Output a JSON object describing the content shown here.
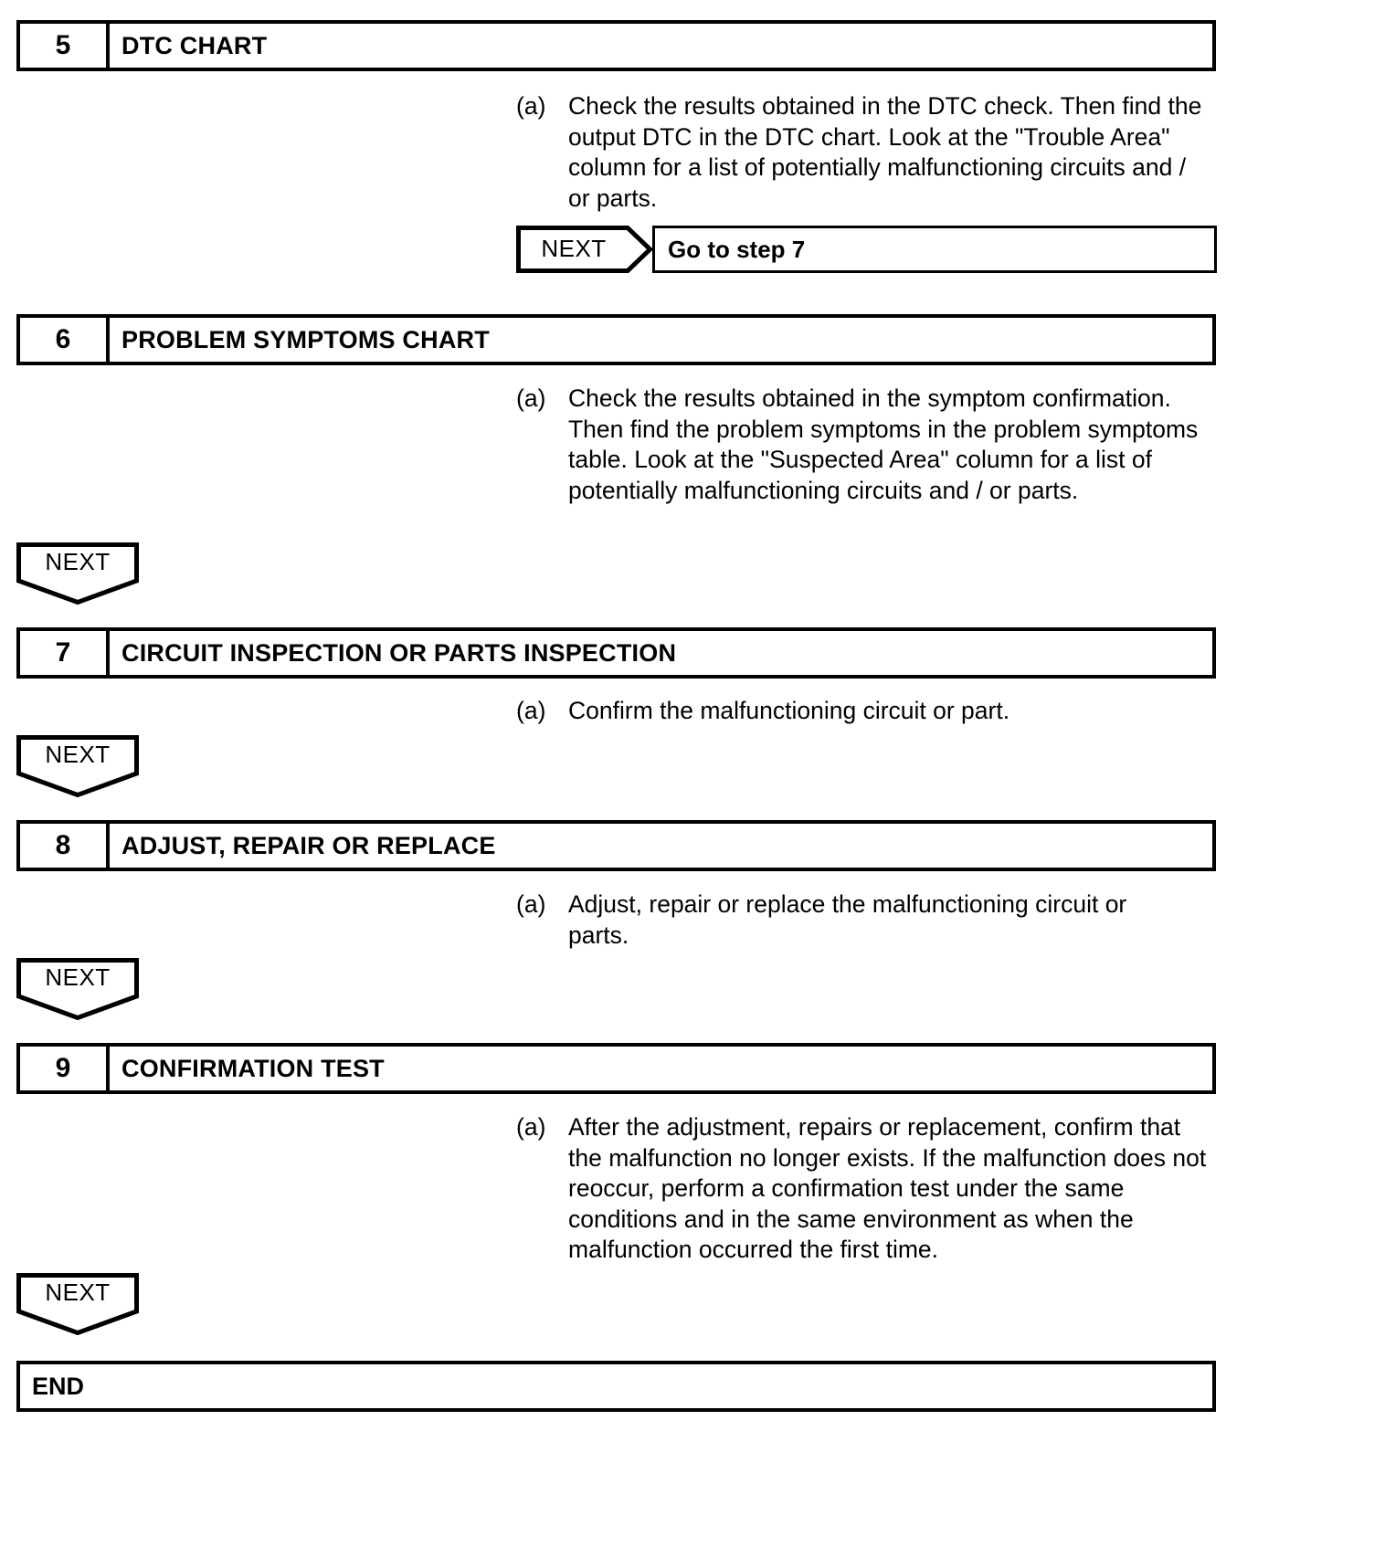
{
  "document": {
    "type": "troubleshooting-flow-chart",
    "ink_color": "#000000",
    "background_color": "#ffffff"
  },
  "steps": [
    {
      "number": "5",
      "title": "DTC CHART",
      "items": [
        {
          "marker": "(a)",
          "text": "Check the results obtained in the DTC check. Then find the output DTC in the DTC chart. Look at the \"Trouble Area\" column for a list of potentially malfunctioning circuits and / or parts."
        }
      ],
      "next_right": {
        "label": "NEXT",
        "target": "Go to step 7"
      }
    },
    {
      "number": "6",
      "title": "PROBLEM SYMPTOMS CHART",
      "items": [
        {
          "marker": "(a)",
          "text": "Check the results obtained in the symptom confirmation. Then find the problem symptoms in the problem symptoms table. Look at the \"Suspected Area\" column for a list of potentially malfunctioning circuits and / or parts."
        }
      ],
      "next_down": "NEXT"
    },
    {
      "number": "7",
      "title": "CIRCUIT INSPECTION OR PARTS INSPECTION",
      "items": [
        {
          "marker": "(a)",
          "text": "Confirm the malfunctioning circuit or part."
        }
      ],
      "next_down": "NEXT"
    },
    {
      "number": "8",
      "title": "ADJUST, REPAIR OR REPLACE",
      "items": [
        {
          "marker": "(a)",
          "text": "Adjust, repair or replace the malfunctioning circuit or parts."
        }
      ],
      "next_down": "NEXT"
    },
    {
      "number": "9",
      "title": "CONFIRMATION TEST",
      "items": [
        {
          "marker": "(a)",
          "text": "After the adjustment, repairs or replacement, confirm that the malfunction no longer exists. If the malfunction does not reoccur, perform a confirmation test under the same conditions and in the same environment as when the malfunction occurred the first time."
        }
      ],
      "next_down": "NEXT"
    }
  ],
  "end": {
    "label": "END"
  }
}
